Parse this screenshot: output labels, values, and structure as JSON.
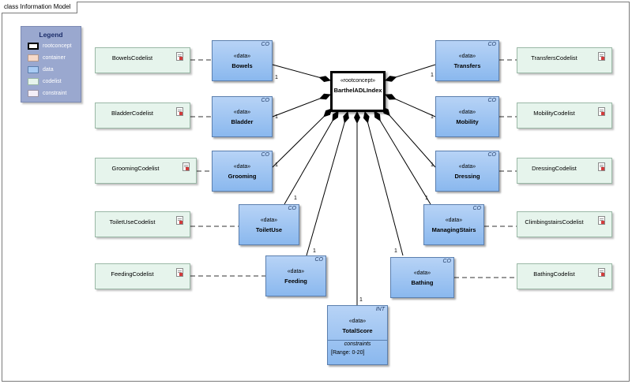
{
  "frame_title": "class Information Model",
  "legend": {
    "title": "Legend",
    "items": [
      {
        "label": "rootconcept",
        "color": "#ffffff",
        "border": "#000000"
      },
      {
        "label": "container",
        "color": "#f6d9c9",
        "border": "#b59a8c"
      },
      {
        "label": "data",
        "color": "#a9cbf3",
        "border": "#5b7fae"
      },
      {
        "label": "codelist",
        "color": "#e6f4ec",
        "border": "#9ab8a6"
      },
      {
        "label": "constraint",
        "color": "#f3eef7",
        "border": "#9a94a6"
      }
    ]
  },
  "root": {
    "stereotype": "«rootconcept»",
    "name": "BarthelADLIndex"
  },
  "data_elements": {
    "bowels": {
      "stereotype": "«data»",
      "name": "Bowels",
      "tag": "CO"
    },
    "bladder": {
      "stereotype": "«data»",
      "name": "Bladder",
      "tag": "CO"
    },
    "grooming": {
      "stereotype": "«data»",
      "name": "Grooming",
      "tag": "CO"
    },
    "toiletuse": {
      "stereotype": "«data»",
      "name": "ToiletUse",
      "tag": "CO"
    },
    "feeding": {
      "stereotype": "«data»",
      "name": "Feeding",
      "tag": "CO"
    },
    "transfers": {
      "stereotype": "«data»",
      "name": "Transfers",
      "tag": "CO"
    },
    "mobility": {
      "stereotype": "«data»",
      "name": "Mobility",
      "tag": "CO"
    },
    "dressing": {
      "stereotype": "«data»",
      "name": "Dressing",
      "tag": "CO"
    },
    "managingstairs": {
      "stereotype": "«data»",
      "name": "ManagingStairs",
      "tag": "CO"
    },
    "bathing": {
      "stereotype": "«data»",
      "name": "Bathing",
      "tag": "CO"
    },
    "totalscore": {
      "stereotype": "«data»",
      "name": "TotalScore",
      "tag": "INT",
      "constraints_header": "constraints",
      "constraint": "[Range: 0-20]"
    }
  },
  "codelists": {
    "bowels": "BowelsCodelist",
    "bladder": "BladderCodelist",
    "grooming": "GroomingCodelist",
    "toiletuse": "ToiletUseCodelist",
    "feeding": "FeedingCodelist",
    "transfers": "TransfersCodelist",
    "mobility": "MobilityCodelist",
    "dressing": "DressingCodelist",
    "climbingstairs": "ClimbingstairsCodelist",
    "bathing": "BathingCodelist"
  },
  "multiplicity": "1"
}
